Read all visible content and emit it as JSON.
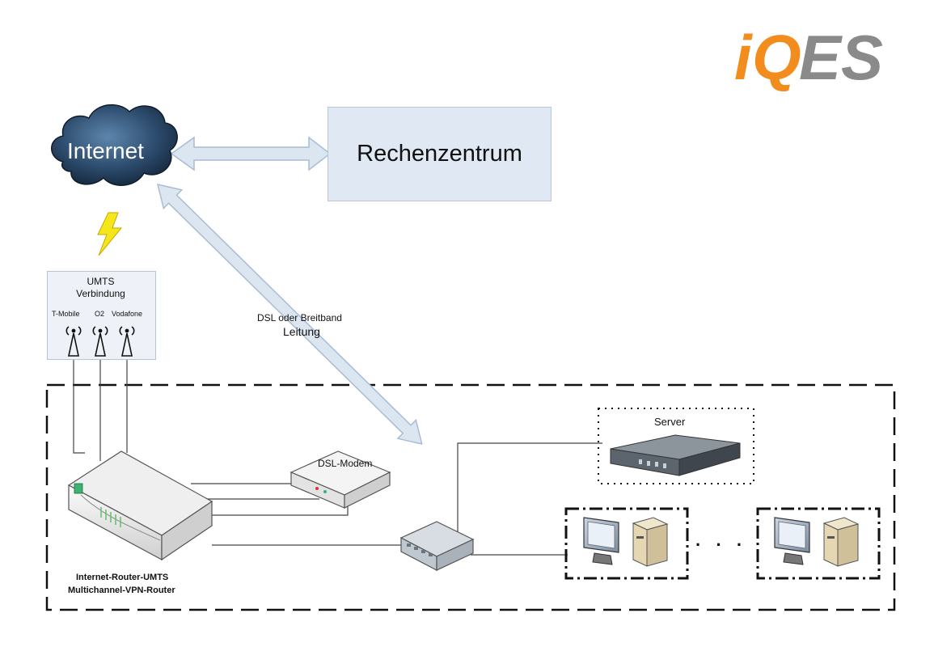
{
  "logo": {
    "text_i": "i",
    "text_q": "Q",
    "text_es": "ES",
    "brand_orange": "#f28c1c",
    "brand_gray": "#8a8a8a"
  },
  "cloud": {
    "label": "Internet"
  },
  "datacenter": {
    "label": "Rechenzentrum"
  },
  "umts": {
    "title_line1": "UMTS",
    "title_line2": "Verbindung",
    "providers": [
      "T-Mobile",
      "O2",
      "Vodafone"
    ]
  },
  "dsl_link": {
    "line1": "DSL oder Breitband",
    "line2": "Leitung"
  },
  "modem": {
    "label": "DSL-Modem"
  },
  "server": {
    "label": "Server"
  },
  "router": {
    "line1": "Internet-Router-UMTS",
    "line2": "Multichannel-VPN-Router"
  },
  "ellipsis": "· · ·",
  "colors": {
    "arrow_fill": "#dce6f1",
    "arrow_stroke": "#a9bcd3",
    "lightning": "#f5e61b",
    "cloud": "#2a4866"
  }
}
